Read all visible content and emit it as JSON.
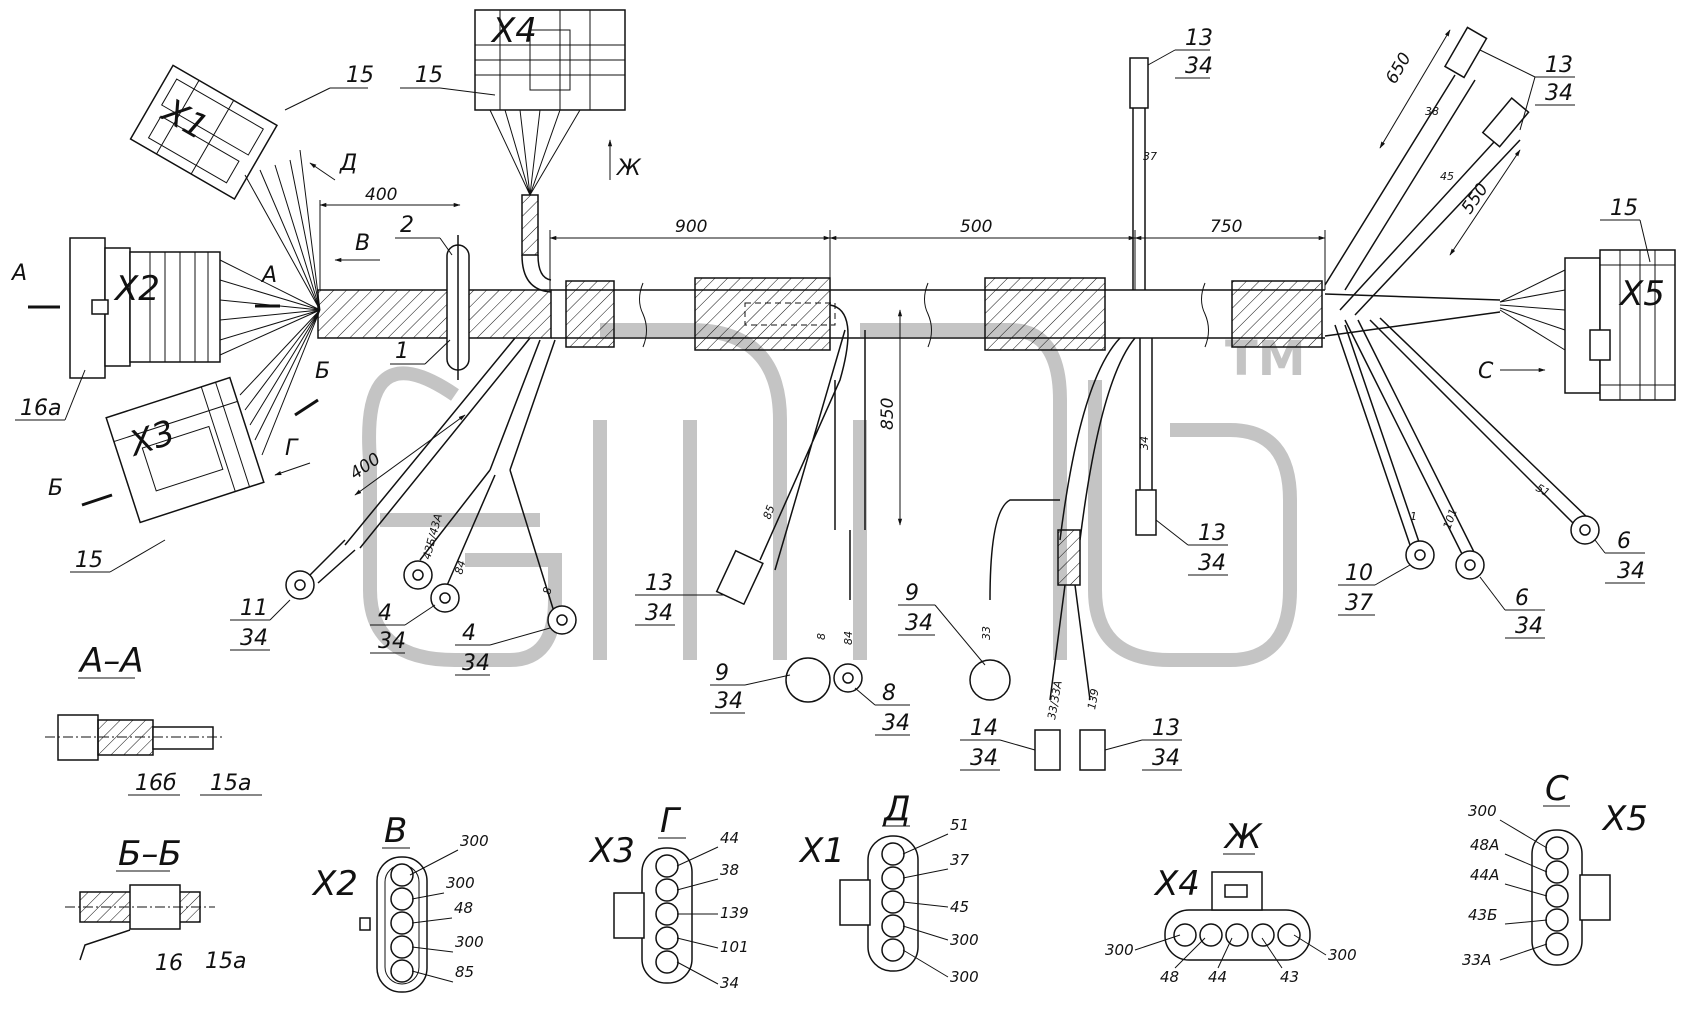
{
  "watermark": {
    "text": "элеб",
    "tm": "TM"
  },
  "connectors": {
    "x1": "X1",
    "x2": "X2",
    "x3": "X3",
    "x4": "X4",
    "x5": "X5"
  },
  "dimensions": {
    "d400_top": "400",
    "d900": "900",
    "d500": "500",
    "d750": "750",
    "d850": "850",
    "d400_left": "400",
    "d650": "650",
    "d550": "550"
  },
  "view_marks": {
    "a": "А",
    "b": "Б",
    "v": "В",
    "g": "Г",
    "d": "Д",
    "zh": "Ж",
    "s": "С"
  },
  "callouts": {
    "c15_x1": "15",
    "c15_x4": "15",
    "c2": "2",
    "c1": "1",
    "c16a": "16а",
    "c15_x3": "15",
    "c15_x5": "15",
    "c13_x4_top": "13",
    "c34_x4_top": "34",
    "c13_r1": "13",
    "c34_r1": "34",
    "c11": "11",
    "c34_11": "34",
    "c4a": "4",
    "c34_4a": "34",
    "c4b": "4",
    "c34_4b": "34",
    "c13_m": "13",
    "c34_13m": "34",
    "c9a": "9",
    "c34_9a": "34",
    "c8": "8",
    "c34_8": "34",
    "c9b": "9",
    "c34_9b": "34",
    "c14": "14",
    "c34_14": "34",
    "c13_b": "13",
    "c34_13b": "34",
    "c13_c": "13",
    "c34_13c": "34",
    "c10": "10",
    "c37_10": "37",
    "c6a": "6",
    "c34_6a": "34",
    "c6b": "6",
    "c34_6b": "34"
  },
  "wire_labels": {
    "w37": "37",
    "w38": "38",
    "w45": "45",
    "w34": "34",
    "w85": "85",
    "w8a": "8",
    "w84a": "84",
    "w43": "43Б/43А",
    "w84b": "84",
    "w8b": "8",
    "w33": "33",
    "w33_33a": "33/33А",
    "w139": "139",
    "w1": "1",
    "w101": "101",
    "w51": "51"
  },
  "sections": {
    "aa": {
      "title": "А–А",
      "p1": "16б",
      "p2": "15а"
    },
    "bb": {
      "title": "Б–Б",
      "p1": "16",
      "p2": "15а"
    }
  },
  "pinouts": {
    "v": {
      "mark": "В",
      "conn": "X2",
      "pins": [
        "300",
        "300",
        "48",
        "300",
        "85"
      ]
    },
    "g": {
      "mark": "Г",
      "conn": "X3",
      "pins": [
        "44",
        "38",
        "139",
        "101",
        "34"
      ]
    },
    "d": {
      "mark": "Д",
      "conn": "X1",
      "pins": [
        "51",
        "37",
        "45",
        "300",
        "300"
      ]
    },
    "zh": {
      "mark": "Ж",
      "conn": "X4",
      "left": "300",
      "right": "300",
      "pins": [
        "48",
        "44",
        "43"
      ]
    },
    "s": {
      "mark": "С",
      "conn": "X5",
      "pins": [
        "300",
        "48А",
        "44А",
        "43Б",
        "33А"
      ]
    }
  }
}
